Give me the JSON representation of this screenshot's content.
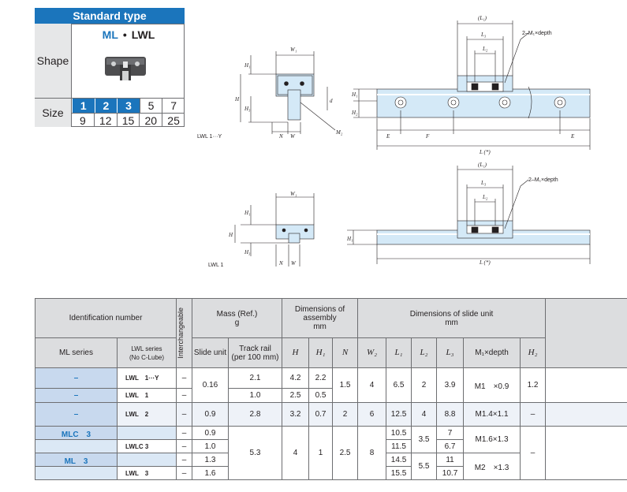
{
  "type_header": "Standard type",
  "series": {
    "ml": "ML",
    "separator": "•",
    "lwl": "LWL"
  },
  "shape_label": "Shape",
  "size_label": "Size",
  "sizes_top": [
    {
      "v": "1",
      "hl": true
    },
    {
      "v": "2",
      "hl": true
    },
    {
      "v": "3",
      "hl": true
    },
    {
      "v": "5",
      "hl": false
    },
    {
      "v": "7",
      "hl": false
    }
  ],
  "sizes_bottom": [
    "9",
    "12",
    "15",
    "20",
    "25"
  ],
  "colors": {
    "accent": "#1b75bc",
    "header_gray": "#dcdddf",
    "rail_blue": "#d4e9f7"
  },
  "drawing_labels": {
    "fig1": "LWL 1···Y",
    "fig2": "LWL 1",
    "W1": "W₁",
    "H": "H",
    "H1": "H₁",
    "H2": "H₂",
    "H3": "H₃",
    "N": "N",
    "W": "W",
    "M2": "M₂",
    "d": "d",
    "L1": "(L₁)",
    "L3": "L₃",
    "L2": "L₂",
    "L": "L (*)",
    "E": "E",
    "F": "F",
    "callout": "2–M₁×depth"
  },
  "table": {
    "h_ident": "Identification number",
    "h_interchange": "Interchangeable",
    "h_mass": "Mass (Ref.)",
    "h_mass_unit": "g",
    "h_dim_assembly": "Dimensions of assembly",
    "h_dim_assembly_unit": "mm",
    "h_dim_slide": "Dimensions of slide unit",
    "h_dim_slide_unit": "mm",
    "h_ml_series": "ML series",
    "h_lwl_series": "LWL series",
    "h_lwl_sub": "(No C-Lube)",
    "h_slide_unit": "Slide unit",
    "h_track_rail": "Track rail",
    "h_track_rail_sub": "(per 100 mm)",
    "h_H": "H",
    "h_H1": "H₁",
    "h_N": "N",
    "h_W2": "W₂",
    "h_L1": "L₁",
    "h_L2": "L₂",
    "h_L3": "L₃",
    "h_M1": "M₁×depth",
    "h_H2": "H₂",
    "rows": {
      "r1": {
        "ml": "–",
        "lwl": "LWL　1···Y",
        "ic": "–",
        "slide": "0.16",
        "rail": "2.1",
        "H": "4.2",
        "H1": "2.2",
        "N": "1.5",
        "W2": "4",
        "L1": "6.5",
        "L2": "2",
        "L3": "3.9",
        "M1": "M1　×0.9",
        "H2": "1.2"
      },
      "r2": {
        "ml": "–",
        "lwl": "LWL　1",
        "ic": "–",
        "rail": "1.0",
        "H": "2.5",
        "H1": "0.5"
      },
      "r3": {
        "ml": "–",
        "lwl": "LWL　2",
        "ic": "–",
        "slide": "0.9",
        "rail": "2.8",
        "H": "3.2",
        "H1": "0.7",
        "N": "2",
        "W2": "6",
        "L1": "12.5",
        "L2": "4",
        "L3": "8.8",
        "M1": "M1.4×1.1",
        "H2": "–"
      },
      "r4": {
        "ml": "MLC　3",
        "lwl": "",
        "ic": "–",
        "slide": "0.9",
        "rail": "5.3",
        "H": "4",
        "H1": "1",
        "N": "2.5",
        "W2": "8",
        "L1": "10.5",
        "L2": "3.5",
        "L3": "7",
        "M1": "M1.6×1.3",
        "H2": "–"
      },
      "r5": {
        "ml": "",
        "lwl": "LWLC 3",
        "ic": "–",
        "slide": "1.0",
        "L1": "11.5",
        "L3": "6.7"
      },
      "r6": {
        "ml": "ML　3",
        "lwl": "",
        "ic": "–",
        "slide": "1.3",
        "L1": "14.5",
        "L2": "5.5",
        "L3": "11",
        "M1": "M2　×1.3"
      },
      "r7": {
        "ml": "",
        "lwl": "LWL　3",
        "ic": "–",
        "slide": "1.6",
        "L1": "15.5",
        "L3": "10.7"
      }
    }
  }
}
